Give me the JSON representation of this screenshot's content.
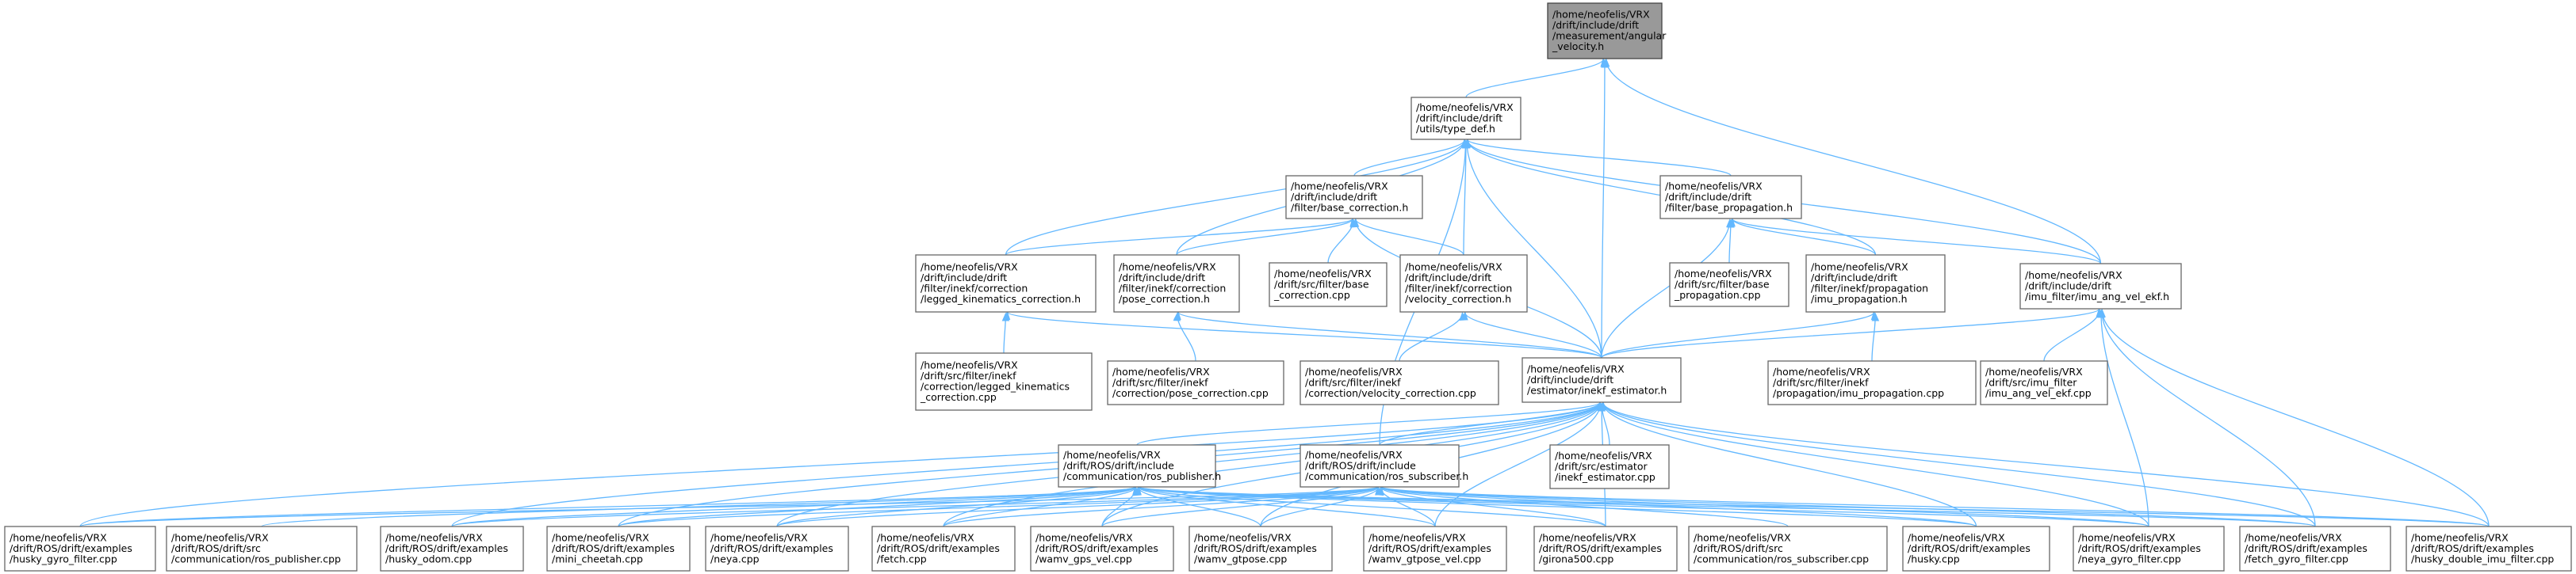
{
  "diagram": {
    "type": "include-dependency-graph",
    "edge_color": "#63b8ff",
    "root_fill": "#999999",
    "node_fill": "#ffffff",
    "nodes": [
      {
        "id": "angular_velocity",
        "label": [
          "/home/neofelis/VRX",
          "/drift/include/drift",
          "/measurement/angular",
          "_velocity.h"
        ],
        "root": true
      },
      {
        "id": "type_def",
        "label": [
          "/home/neofelis/VRX",
          "/drift/include/drift",
          "/utils/type_def.h"
        ]
      },
      {
        "id": "base_correction_h",
        "label": [
          "/home/neofelis/VRX",
          "/drift/include/drift",
          "/filter/base_correction.h"
        ]
      },
      {
        "id": "base_propagation_h",
        "label": [
          "/home/neofelis/VRX",
          "/drift/include/drift",
          "/filter/base_propagation.h"
        ]
      },
      {
        "id": "legged_kin_h",
        "label": [
          "/home/neofelis/VRX",
          "/drift/include/drift",
          "/filter/inekf/correction",
          "/legged_kinematics_correction.h"
        ]
      },
      {
        "id": "pose_corr_h",
        "label": [
          "/home/neofelis/VRX",
          "/drift/include/drift",
          "/filter/inekf/correction",
          "/pose_correction.h"
        ]
      },
      {
        "id": "base_corr_cpp",
        "label": [
          "/home/neofelis/VRX",
          "/drift/src/filter/base",
          "_correction.cpp"
        ]
      },
      {
        "id": "vel_corr_h",
        "label": [
          "/home/neofelis/VRX",
          "/drift/include/drift",
          "/filter/inekf/correction",
          "/velocity_correction.h"
        ]
      },
      {
        "id": "base_prop_cpp",
        "label": [
          "/home/neofelis/VRX",
          "/drift/src/filter/base",
          "_propagation.cpp"
        ]
      },
      {
        "id": "imu_prop_h",
        "label": [
          "/home/neofelis/VRX",
          "/drift/include/drift",
          "/filter/inekf/propagation",
          "/imu_propagation.h"
        ]
      },
      {
        "id": "imu_ekf_h",
        "label": [
          "/home/neofelis/VRX",
          "/drift/include/drift",
          "/imu_filter/imu_ang_vel_ekf.h"
        ]
      },
      {
        "id": "legged_kin_cpp",
        "label": [
          "/home/neofelis/VRX",
          "/drift/src/filter/inekf",
          "/correction/legged_kinematics",
          "_correction.cpp"
        ]
      },
      {
        "id": "pose_corr_cpp",
        "label": [
          "/home/neofelis/VRX",
          "/drift/src/filter/inekf",
          "/correction/pose_correction.cpp"
        ]
      },
      {
        "id": "vel_corr_cpp",
        "label": [
          "/home/neofelis/VRX",
          "/drift/src/filter/inekf",
          "/correction/velocity_correction.cpp"
        ]
      },
      {
        "id": "inekf_estimator_h",
        "label": [
          "/home/neofelis/VRX",
          "/drift/include/drift",
          "/estimator/inekf_estimator.h"
        ]
      },
      {
        "id": "imu_prop_cpp",
        "label": [
          "/home/neofelis/VRX",
          "/drift/src/filter/inekf",
          "/propagation/imu_propagation.cpp"
        ]
      },
      {
        "id": "imu_ekf_cpp",
        "label": [
          "/home/neofelis/VRX",
          "/drift/src/imu_filter",
          "/imu_ang_vel_ekf.cpp"
        ]
      },
      {
        "id": "ros_pub_h",
        "label": [
          "/home/neofelis/VRX",
          "/drift/ROS/drift/include",
          "/communication/ros_publisher.h"
        ]
      },
      {
        "id": "ros_sub_h",
        "label": [
          "/home/neofelis/VRX",
          "/drift/ROS/drift/include",
          "/communication/ros_subscriber.h"
        ]
      },
      {
        "id": "inekf_est_cpp",
        "label": [
          "/home/neofelis/VRX",
          "/drift/src/estimator",
          "/inekf_estimator.cpp"
        ]
      },
      {
        "id": "husky_gyro",
        "label": [
          "/home/neofelis/VRX",
          "/drift/ROS/drift/examples",
          "/husky_gyro_filter.cpp"
        ]
      },
      {
        "id": "ros_pub_cpp",
        "label": [
          "/home/neofelis/VRX",
          "/drift/ROS/drift/src",
          "/communication/ros_publisher.cpp"
        ]
      },
      {
        "id": "husky_odom",
        "label": [
          "/home/neofelis/VRX",
          "/drift/ROS/drift/examples",
          "/husky_odom.cpp"
        ]
      },
      {
        "id": "mini_cheetah",
        "label": [
          "/home/neofelis/VRX",
          "/drift/ROS/drift/examples",
          "/mini_cheetah.cpp"
        ]
      },
      {
        "id": "neya",
        "label": [
          "/home/neofelis/VRX",
          "/drift/ROS/drift/examples",
          "/neya.cpp"
        ]
      },
      {
        "id": "fetch",
        "label": [
          "/home/neofelis/VRX",
          "/drift/ROS/drift/examples",
          "/fetch.cpp"
        ]
      },
      {
        "id": "wamv_gps_vel",
        "label": [
          "/home/neofelis/VRX",
          "/drift/ROS/drift/examples",
          "/wamv_gps_vel.cpp"
        ]
      },
      {
        "id": "wamv_gtpose",
        "label": [
          "/home/neofelis/VRX",
          "/drift/ROS/drift/examples",
          "/wamv_gtpose.cpp"
        ]
      },
      {
        "id": "wamv_gtpose_vel",
        "label": [
          "/home/neofelis/VRX",
          "/drift/ROS/drift/examples",
          "/wamv_gtpose_vel.cpp"
        ]
      },
      {
        "id": "girona500",
        "label": [
          "/home/neofelis/VRX",
          "/drift/ROS/drift/examples",
          "/girona500.cpp"
        ]
      },
      {
        "id": "ros_sub_cpp",
        "label": [
          "/home/neofelis/VRX",
          "/drift/ROS/drift/src",
          "/communication/ros_subscriber.cpp"
        ]
      },
      {
        "id": "husky",
        "label": [
          "/home/neofelis/VRX",
          "/drift/ROS/drift/examples",
          "/husky.cpp"
        ]
      },
      {
        "id": "neya_gyro",
        "label": [
          "/home/neofelis/VRX",
          "/drift/ROS/drift/examples",
          "/neya_gyro_filter.cpp"
        ]
      },
      {
        "id": "fetch_gyro",
        "label": [
          "/home/neofelis/VRX",
          "/drift/ROS/drift/examples",
          "/fetch_gyro_filter.cpp"
        ]
      },
      {
        "id": "husky_double",
        "label": [
          "/home/neofelis/VRX",
          "/drift/ROS/drift/examples",
          "/husky_double_imu_filter.cpp"
        ]
      }
    ],
    "edges": [
      [
        "type_def",
        "angular_velocity"
      ],
      [
        "imu_ekf_h",
        "angular_velocity"
      ],
      [
        "inekf_estimator_h",
        "angular_velocity"
      ],
      [
        "base_correction_h",
        "type_def"
      ],
      [
        "base_propagation_h",
        "type_def"
      ],
      [
        "legged_kin_h",
        "type_def"
      ],
      [
        "pose_corr_h",
        "type_def"
      ],
      [
        "vel_corr_h",
        "type_def"
      ],
      [
        "imu_prop_h",
        "type_def"
      ],
      [
        "imu_ekf_h",
        "type_def"
      ],
      [
        "inekf_estimator_h",
        "type_def"
      ],
      [
        "ros_sub_h",
        "type_def"
      ],
      [
        "legged_kin_h",
        "base_correction_h"
      ],
      [
        "pose_corr_h",
        "base_correction_h"
      ],
      [
        "base_corr_cpp",
        "base_correction_h"
      ],
      [
        "vel_corr_h",
        "base_correction_h"
      ],
      [
        "inekf_estimator_h",
        "base_correction_h"
      ],
      [
        "base_prop_cpp",
        "base_propagation_h"
      ],
      [
        "imu_prop_h",
        "base_propagation_h"
      ],
      [
        "imu_ekf_h",
        "base_propagation_h"
      ],
      [
        "inekf_estimator_h",
        "base_propagation_h"
      ],
      [
        "legged_kin_cpp",
        "legged_kin_h"
      ],
      [
        "inekf_estimator_h",
        "legged_kin_h"
      ],
      [
        "pose_corr_cpp",
        "pose_corr_h"
      ],
      [
        "inekf_estimator_h",
        "pose_corr_h"
      ],
      [
        "vel_corr_cpp",
        "vel_corr_h"
      ],
      [
        "inekf_estimator_h",
        "vel_corr_h"
      ],
      [
        "imu_prop_cpp",
        "imu_prop_h"
      ],
      [
        "inekf_estimator_h",
        "imu_prop_h"
      ],
      [
        "imu_ekf_cpp",
        "imu_ekf_h"
      ],
      [
        "inekf_estimator_h",
        "imu_ekf_h"
      ],
      [
        "neya_gyro",
        "imu_ekf_h"
      ],
      [
        "fetch_gyro",
        "imu_ekf_h"
      ],
      [
        "husky_double",
        "imu_ekf_h"
      ],
      [
        "ros_pub_h",
        "inekf_estimator_h"
      ],
      [
        "ros_sub_h",
        "inekf_estimator_h"
      ],
      [
        "inekf_est_cpp",
        "inekf_estimator_h"
      ],
      [
        "husky_gyro",
        "inekf_estimator_h"
      ],
      [
        "husky_odom",
        "inekf_estimator_h"
      ],
      [
        "mini_cheetah",
        "inekf_estimator_h"
      ],
      [
        "neya",
        "inekf_estimator_h"
      ],
      [
        "fetch",
        "inekf_estimator_h"
      ],
      [
        "wamv_gps_vel",
        "inekf_estimator_h"
      ],
      [
        "wamv_gtpose",
        "inekf_estimator_h"
      ],
      [
        "wamv_gtpose_vel",
        "inekf_estimator_h"
      ],
      [
        "girona500",
        "inekf_estimator_h"
      ],
      [
        "husky",
        "inekf_estimator_h"
      ],
      [
        "neya_gyro",
        "inekf_estimator_h"
      ],
      [
        "fetch_gyro",
        "inekf_estimator_h"
      ],
      [
        "husky_double",
        "inekf_estimator_h"
      ],
      [
        "husky_gyro",
        "ros_pub_h"
      ],
      [
        "ros_pub_cpp",
        "ros_pub_h"
      ],
      [
        "husky_odom",
        "ros_pub_h"
      ],
      [
        "mini_cheetah",
        "ros_pub_h"
      ],
      [
        "neya",
        "ros_pub_h"
      ],
      [
        "fetch",
        "ros_pub_h"
      ],
      [
        "wamv_gps_vel",
        "ros_pub_h"
      ],
      [
        "wamv_gtpose",
        "ros_pub_h"
      ],
      [
        "wamv_gtpose_vel",
        "ros_pub_h"
      ],
      [
        "girona500",
        "ros_pub_h"
      ],
      [
        "husky",
        "ros_pub_h"
      ],
      [
        "neya_gyro",
        "ros_pub_h"
      ],
      [
        "fetch_gyro",
        "ros_pub_h"
      ],
      [
        "husky_double",
        "ros_pub_h"
      ],
      [
        "husky_gyro",
        "ros_sub_h"
      ],
      [
        "husky_odom",
        "ros_sub_h"
      ],
      [
        "mini_cheetah",
        "ros_sub_h"
      ],
      [
        "neya",
        "ros_sub_h"
      ],
      [
        "fetch",
        "ros_sub_h"
      ],
      [
        "wamv_gps_vel",
        "ros_sub_h"
      ],
      [
        "wamv_gtpose",
        "ros_sub_h"
      ],
      [
        "wamv_gtpose_vel",
        "ros_sub_h"
      ],
      [
        "girona500",
        "ros_sub_h"
      ],
      [
        "ros_sub_cpp",
        "ros_sub_h"
      ],
      [
        "husky",
        "ros_sub_h"
      ],
      [
        "neya_gyro",
        "ros_sub_h"
      ],
      [
        "fetch_gyro",
        "ros_sub_h"
      ],
      [
        "husky_double",
        "ros_sub_h"
      ]
    ]
  }
}
